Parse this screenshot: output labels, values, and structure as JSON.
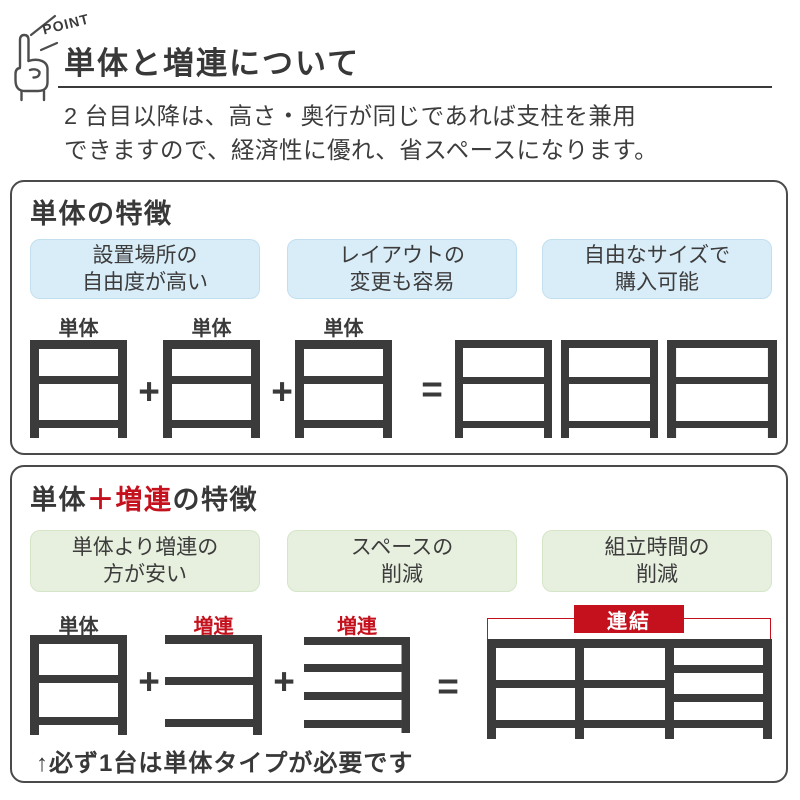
{
  "header": {
    "point_label": "POINT",
    "title": "単体と増連について",
    "description_line1": "2 台目以降は、高さ・奥行が同じであれば支柱を兼用",
    "description_line2": "できますので、経済性に優れ、省スペースになります。"
  },
  "section_tantai": {
    "title": "単体の特徴",
    "features": [
      {
        "line1": "設置場所の",
        "line2": "自由度が高い"
      },
      {
        "line1": "レイアウトの",
        "line2": "変更も容易"
      },
      {
        "line1": "自由なサイズで",
        "line2": "購入可能"
      }
    ],
    "unit_labels": [
      "単体",
      "単体",
      "単体"
    ],
    "plus": "+",
    "equals": "="
  },
  "section_zoren": {
    "title_part1": "単体",
    "title_part2": "＋増連",
    "title_part3": "の特徴",
    "features": [
      {
        "line1": "単体より増連の",
        "line2": "方が安い"
      },
      {
        "line1": "スペースの",
        "line2": "削減"
      },
      {
        "line1": "組立時間の",
        "line2": "削減"
      }
    ],
    "unit_label_tantai": "単体",
    "unit_label_zoren1": "増連",
    "unit_label_zoren2": "増連",
    "plus": "+",
    "equals": "=",
    "renketsu_label": "連結",
    "note": "↑必ず1台は単体タイプが必要です"
  },
  "colors": {
    "dark": "#3b3b3b",
    "red": "#c4111d",
    "blue_pill_bg": "#d9edf8",
    "blue_pill_border": "#c2dff0",
    "green_pill_bg": "#e7f0de",
    "green_pill_border": "#d5e5c8",
    "box_border": "#4a4a4a"
  }
}
